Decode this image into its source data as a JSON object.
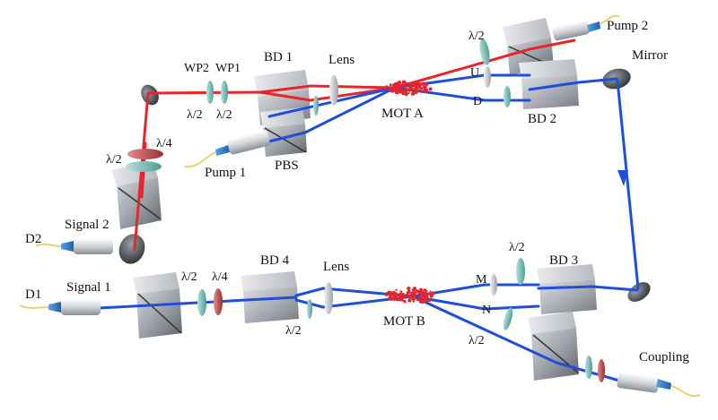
{
  "labels": {
    "pump2": "Pump 2",
    "mirror": "Mirror",
    "bd1": "BD 1",
    "lens_top": "Lens",
    "wp2": "WP2",
    "wp1": "WP1",
    "mot_a": "MOT A",
    "half_wave": "λ/2",
    "quarter_wave": "λ/4",
    "u": "U",
    "d": "D",
    "bd2": "BD 2",
    "pump1": "Pump 1",
    "pbs": "PBS",
    "d2": "D2",
    "signal2": "Signal 2",
    "d1": "D1",
    "signal1": "Signal 1",
    "bd4": "BD 4",
    "lens_bottom": "Lens",
    "mot_b": "MOT B",
    "m": "M",
    "n": "N",
    "bd3": "BD 3",
    "coupling": "Coupling"
  },
  "colors": {
    "red_beam": "#e8262a",
    "blue_beam": "#1f4fd8",
    "atom_cloud": "#e3262e",
    "waveplate_teal": "#79c4bd",
    "waveplate_red": "#c8484c",
    "fiber_tip": "#2f7ec9",
    "fiber_cable": "#e6d36a",
    "optic_gray": "#8a8f96"
  }
}
